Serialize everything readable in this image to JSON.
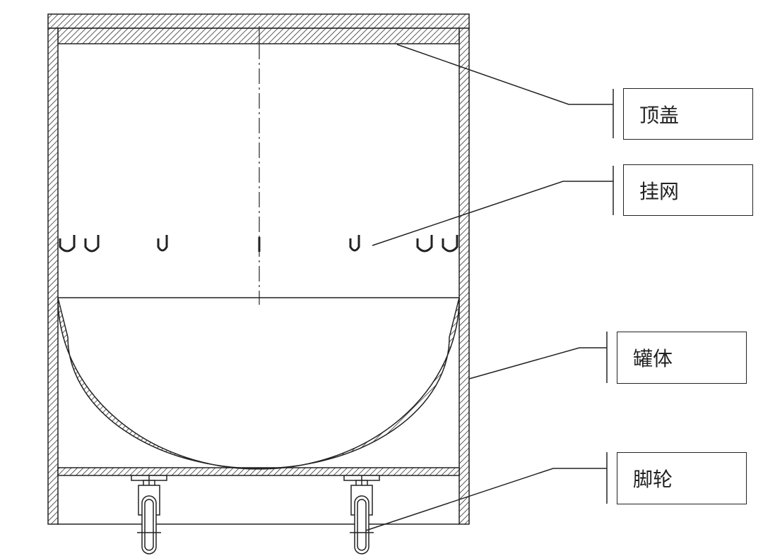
{
  "labels": {
    "top_cover": "顶盖",
    "hanging_net": "挂网",
    "tank_body": "罐体",
    "caster": "脚轮"
  },
  "colors": {
    "stroke": "#222222",
    "hatch": "#333333",
    "background": "#ffffff"
  }
}
